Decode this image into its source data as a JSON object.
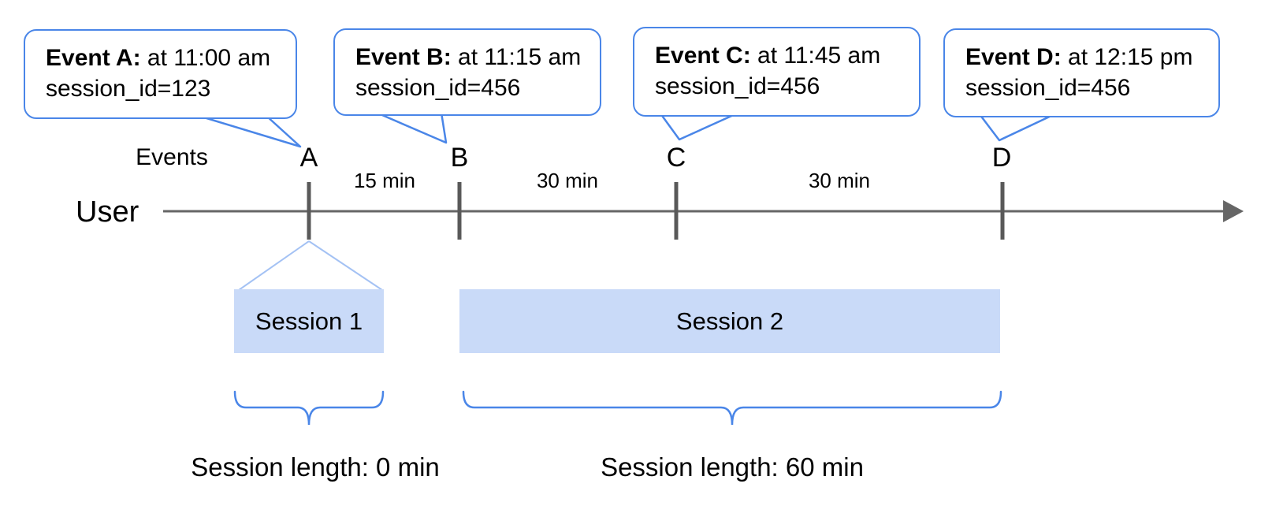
{
  "colors": {
    "accent": "#4a86e8",
    "funnel": "#a4c2f4",
    "session_fill": "#c9daf8",
    "line": "#666666",
    "tick": "#595959",
    "text": "#000000"
  },
  "callouts": [
    {
      "title": "Event A:",
      "detail": " at 11:00 am",
      "line2": "session_id=123"
    },
    {
      "title": "Event B:",
      "detail": " at 11:15 am",
      "line2": "session_id=456"
    },
    {
      "title": "Event C:",
      "detail": " at 11:45 am",
      "line2": "session_id=456"
    },
    {
      "title": "Event D:",
      "detail": " at 12:15 pm",
      "line2": "session_id=456"
    }
  ],
  "timeline": {
    "events_label": "Events",
    "user_label": "User",
    "event_markers": [
      "A",
      "B",
      "C",
      "D"
    ],
    "intervals": [
      "15 min",
      "30 min",
      "30 min"
    ]
  },
  "sessions": [
    {
      "label": "Session 1",
      "length_label": "Session length: 0 min"
    },
    {
      "label": "Session 2",
      "length_label": "Session length: 60 min"
    }
  ]
}
